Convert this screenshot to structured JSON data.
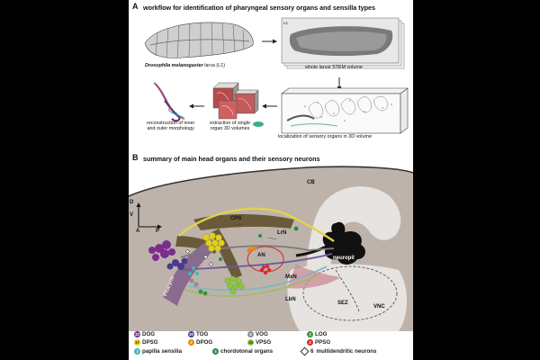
{
  "panelA": {
    "letter": "A",
    "title": "workflow for identification of pharyngeal sensory organs and sensilla types",
    "larva_caption_species": "Drosophila melanogaster",
    "larva_caption_rest": " larva (L1)",
    "stem_caption": "whole larval STEM volume",
    "stem_tag": "L1",
    "localization_caption": "localization of sensory organs in 3D volume",
    "extraction_caption_1": "extraction of single",
    "extraction_caption_2": "organ 3D volumes",
    "reconstruction_caption_1": "reconstruction of inner",
    "reconstruction_caption_2": "and outer morphology"
  },
  "panelB": {
    "letter": "B",
    "title": "summary of main head organs and their sensory neurons",
    "labels": {
      "cps": "CPS",
      "cb": "CB",
      "lrn": "LrN",
      "an": "AN",
      "neuropil": "neuropil",
      "mxn": "MxN",
      "lbn": "LbN",
      "sez": "SEZ",
      "vnc": "VNC",
      "pharynx": "Pharynx",
      "axis_d": "D",
      "axis_v": "V",
      "axis_a": "A",
      "axis_p": "P"
    }
  },
  "legend": [
    {
      "num": "33",
      "label": "DOG",
      "color": "#7b2d8e"
    },
    {
      "num": "30",
      "label": "TOG",
      "color": "#4b3a8c"
    },
    {
      "num": "6",
      "label": "VOG",
      "color": "#8b8f96"
    },
    {
      "num": "2",
      "label": "LOG",
      "color": "#3f8f3a"
    },
    {
      "num": "17",
      "label": "DPSG",
      "color": "#e0d020"
    },
    {
      "num": "2",
      "label": "DPOG",
      "color": "#e08a10"
    },
    {
      "num": "16",
      "label": "VPSG",
      "color": "#8cc63f"
    },
    {
      "num": "2",
      "label": "PPSG",
      "color": "#d42a2a"
    },
    {
      "num": "3",
      "label": "papilla sensilla",
      "color": "#3fb8b0"
    },
    {
      "num": "5",
      "label": "chordotonal organs",
      "color": "#2a8a4a"
    },
    {
      "num": "6",
      "label": "multidendritic neurons",
      "color": "#ffffff"
    }
  ],
  "colors": {
    "head": "#bdb3ab",
    "brain": "#e6e3e0",
    "cps": "#6b5a3a",
    "pharynx": "#8a6a8e"
  }
}
